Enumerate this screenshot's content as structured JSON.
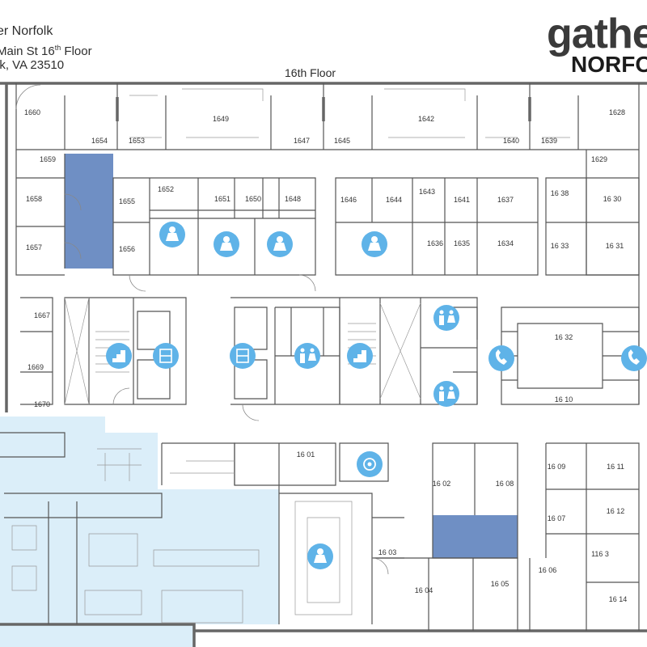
{
  "header": {
    "title": "er Norfolk",
    "address_line1": "Main St 16",
    "address_sup": "th",
    "address_line1_end": " Floor",
    "address_line2": "lk, VA 23510"
  },
  "logo": {
    "main": "gathe",
    "sub": "NORFO"
  },
  "floor_label": "16th Floor",
  "colors": {
    "wall": "#555555",
    "highlight_blue": "#6f8fc4",
    "highlight_light": "#dbeef9",
    "icon_blue": "#5fb3e8"
  },
  "rooms": [
    {
      "id": "1660",
      "label": "1660"
    },
    {
      "id": "1654",
      "label": "1654"
    },
    {
      "id": "1653",
      "label": "1653"
    },
    {
      "id": "1649",
      "label": "1649"
    },
    {
      "id": "1647",
      "label": "1647"
    },
    {
      "id": "1645",
      "label": "1645"
    },
    {
      "id": "1642",
      "label": "1642"
    },
    {
      "id": "1640",
      "label": "1640"
    },
    {
      "id": "1639",
      "label": "1639"
    },
    {
      "id": "1628",
      "label": "1628"
    },
    {
      "id": "1659",
      "label": "1659"
    },
    {
      "id": "1629",
      "label": "1629"
    },
    {
      "id": "1658",
      "label": "1658"
    },
    {
      "id": "1657",
      "label": "1657"
    },
    {
      "id": "1655",
      "label": "1655"
    },
    {
      "id": "1656",
      "label": "1656"
    },
    {
      "id": "1652",
      "label": "1652"
    },
    {
      "id": "1651",
      "label": "1651"
    },
    {
      "id": "1650",
      "label": "1650"
    },
    {
      "id": "1648",
      "label": "1648"
    },
    {
      "id": "1646",
      "label": "1646"
    },
    {
      "id": "1644",
      "label": "1644"
    },
    {
      "id": "1643",
      "label": "1643"
    },
    {
      "id": "1641",
      "label": "1641"
    },
    {
      "id": "1637",
      "label": "1637"
    },
    {
      "id": "1636",
      "label": "1636"
    },
    {
      "id": "1635",
      "label": "1635"
    },
    {
      "id": "1634",
      "label": "1634"
    },
    {
      "id": "1638",
      "label": "16 38"
    },
    {
      "id": "1630",
      "label": "16 30"
    },
    {
      "id": "1633",
      "label": "16 33"
    },
    {
      "id": "1631",
      "label": "16 31"
    },
    {
      "id": "1667",
      "label": "1667"
    },
    {
      "id": "1669",
      "label": "1669"
    },
    {
      "id": "1670",
      "label": "1670"
    },
    {
      "id": "1632",
      "label": "16 32"
    },
    {
      "id": "1610",
      "label": "16 10"
    },
    {
      "id": "1601",
      "label": "16 01"
    },
    {
      "id": "1602",
      "label": "16 02"
    },
    {
      "id": "1608",
      "label": "16 08"
    },
    {
      "id": "1609",
      "label": "16 09"
    },
    {
      "id": "1611",
      "label": "16 11"
    },
    {
      "id": "1607",
      "label": "16 07"
    },
    {
      "id": "1612",
      "label": "16 12"
    },
    {
      "id": "1603",
      "label": "16 03"
    },
    {
      "id": "1163",
      "label": "116 3"
    },
    {
      "id": "1604",
      "label": "16 04"
    },
    {
      "id": "1605",
      "label": "16 05"
    },
    {
      "id": "1606",
      "label": "16 06"
    },
    {
      "id": "1614",
      "label": "16 14"
    }
  ],
  "icons": [
    {
      "name": "conference-room-icon"
    },
    {
      "name": "conference-room-icon"
    },
    {
      "name": "conference-room-icon"
    },
    {
      "name": "conference-room-icon"
    },
    {
      "name": "stairs-icon"
    },
    {
      "name": "storage-icon"
    },
    {
      "name": "storage-icon"
    },
    {
      "name": "restroom-icon"
    },
    {
      "name": "stairs-icon"
    },
    {
      "name": "restroom-icon"
    },
    {
      "name": "restroom-icon"
    },
    {
      "name": "phone-icon"
    },
    {
      "name": "phone-icon"
    },
    {
      "name": "wellness-icon"
    },
    {
      "name": "conference-room-icon"
    }
  ]
}
